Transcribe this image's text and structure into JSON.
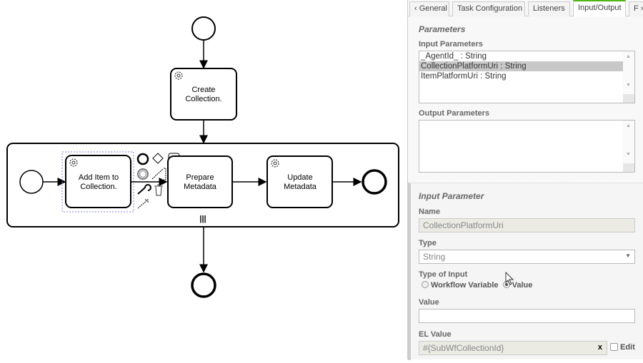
{
  "diagram": {
    "tasks": [
      {
        "label_lines": [
          "Create",
          "Collection."
        ]
      },
      {
        "label_lines": [
          "Add Item to",
          "Collection."
        ]
      },
      {
        "label_lines": [
          "Prepare",
          "Metadata"
        ]
      },
      {
        "label_lines": [
          "Update",
          "Metadata"
        ]
      }
    ],
    "multi_instance_marker": "|||"
  },
  "panel": {
    "tabs": [
      {
        "label": "General"
      },
      {
        "label": "Task Configuration"
      },
      {
        "label": "Listeners"
      },
      {
        "label": "Input/Output",
        "active": true
      },
      {
        "label": "F"
      }
    ],
    "parameters_heading": "Parameters",
    "input_parameters_label": "Input Parameters",
    "input_parameters": [
      "_AgentId_ : String",
      "CollectionPlatformUri : String",
      "ItemPlatformUri : String"
    ],
    "selected_input_index": 1,
    "output_parameters_label": "Output Parameters",
    "output_parameters": [],
    "input_parameter_heading": "Input Parameter",
    "name_label": "Name",
    "name_value": "CollectionPlatformUri",
    "type_label": "Type",
    "type_value": "String",
    "type_of_input_label": "Type of Input",
    "type_of_input_options": [
      "Workflow Variable",
      "Value"
    ],
    "type_of_input_selected": "Value",
    "value_label": "Value",
    "value_value": "",
    "el_value_label": "EL Value",
    "el_value": "#{SubWfCollectionId}",
    "clear_label": "x",
    "edit_label": "Edit",
    "accent_color": "#52b415"
  }
}
